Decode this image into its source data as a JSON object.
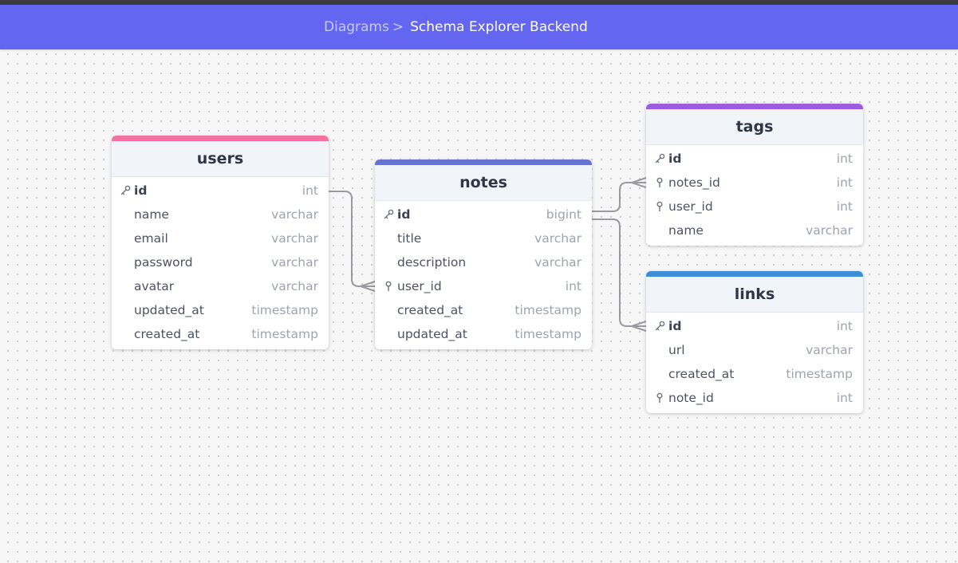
{
  "breadcrumb": {
    "parent": "Diagrams",
    "separator": ">",
    "current": "Schema Explorer Backend"
  },
  "tables": {
    "users": {
      "name": "users",
      "color": "#f472a0",
      "fields": [
        {
          "name": "id",
          "type": "int",
          "key": "primary"
        },
        {
          "name": "name",
          "type": "varchar",
          "key": ""
        },
        {
          "name": "email",
          "type": "varchar",
          "key": ""
        },
        {
          "name": "password",
          "type": "varchar",
          "key": ""
        },
        {
          "name": "avatar",
          "type": "varchar",
          "key": ""
        },
        {
          "name": "updated_at",
          "type": "timestamp",
          "key": ""
        },
        {
          "name": "created_at",
          "type": "timestamp",
          "key": ""
        }
      ]
    },
    "notes": {
      "name": "notes",
      "color": "#6a72d0",
      "fields": [
        {
          "name": "id",
          "type": "bigint",
          "key": "primary"
        },
        {
          "name": "title",
          "type": "varchar",
          "key": ""
        },
        {
          "name": "description",
          "type": "varchar",
          "key": ""
        },
        {
          "name": "user_id",
          "type": "int",
          "key": "foreign"
        },
        {
          "name": "created_at",
          "type": "timestamp",
          "key": ""
        },
        {
          "name": "updated_at",
          "type": "timestamp",
          "key": ""
        }
      ]
    },
    "tags": {
      "name": "tags",
      "color": "#9c5ce0",
      "fields": [
        {
          "name": "id",
          "type": "int",
          "key": "primary"
        },
        {
          "name": "notes_id",
          "type": "int",
          "key": "foreign"
        },
        {
          "name": "user_id",
          "type": "int",
          "key": "foreign"
        },
        {
          "name": "name",
          "type": "varchar",
          "key": ""
        }
      ]
    },
    "links": {
      "name": "links",
      "color": "#3b8fd9",
      "fields": [
        {
          "name": "id",
          "type": "int",
          "key": "primary"
        },
        {
          "name": "url",
          "type": "varchar",
          "key": ""
        },
        {
          "name": "created_at",
          "type": "timestamp",
          "key": ""
        },
        {
          "name": "note_id",
          "type": "int",
          "key": "foreign"
        }
      ]
    }
  },
  "relationships": [
    {
      "from": "users.id",
      "to": "notes.user_id",
      "cardinality": "one-to-many"
    },
    {
      "from": "notes.id",
      "to": "tags.notes_id",
      "cardinality": "one-to-many"
    },
    {
      "from": "notes.id",
      "to": "links.id",
      "cardinality": "one-to-many"
    }
  ]
}
